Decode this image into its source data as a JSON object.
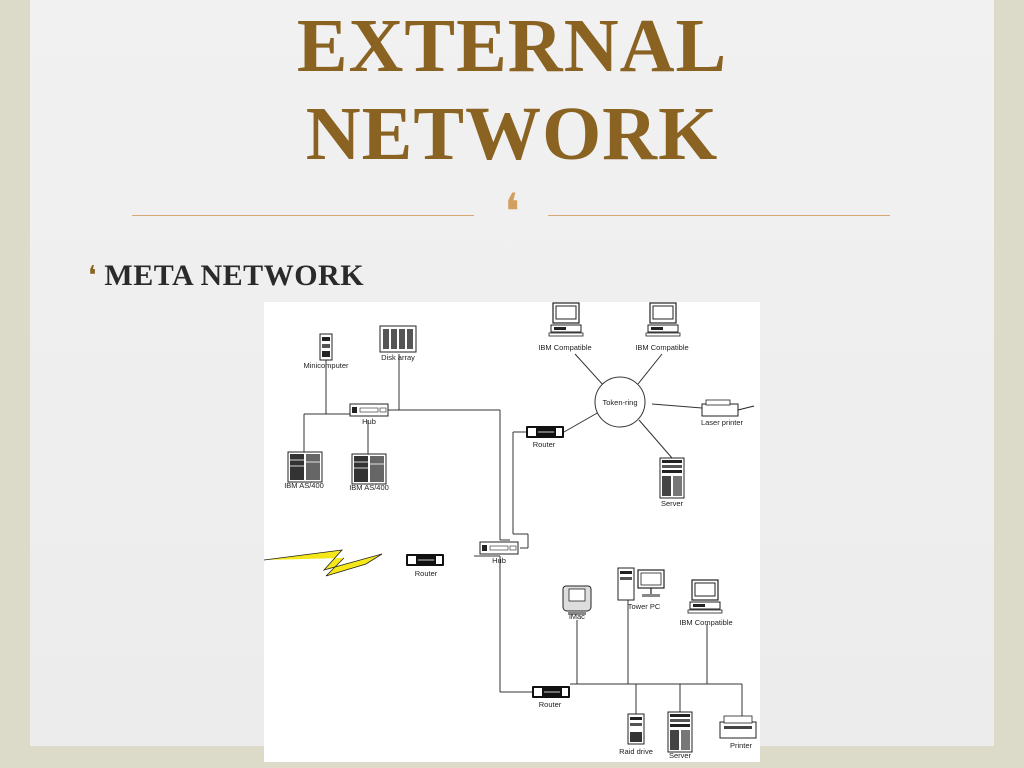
{
  "slide": {
    "title_line1": "EXTERNAL",
    "title_line2": "NETWORK",
    "flourish_glyph": "❛",
    "accent_color": "#8a6322",
    "bullet_glyph": "❛",
    "bullet_text": "META NETWORK"
  },
  "diagram": {
    "labels": {
      "minicomputer": "Minicomputer",
      "disk_array": "Disk array",
      "hub_top": "Hub",
      "ibm_as400_1": "IBM AS/400",
      "ibm_as400_2": "IBM AS/400",
      "ibm_compatible_1": "IBM Compatible",
      "ibm_compatible_2": "IBM Compatible",
      "token_ring": "Token-ring",
      "laser_printer": "Laser printer",
      "router_ring": "Router",
      "server_ring": "Server",
      "router_left": "Router",
      "hub_center": "Hub",
      "imac": "iMac",
      "tower_pc": "Tower PC",
      "ibm_compatible_3": "IBM Compatible",
      "router_bottom": "Router",
      "raid_drive": "Raid drive",
      "server_bottom": "Server",
      "printer": "Printer"
    }
  }
}
